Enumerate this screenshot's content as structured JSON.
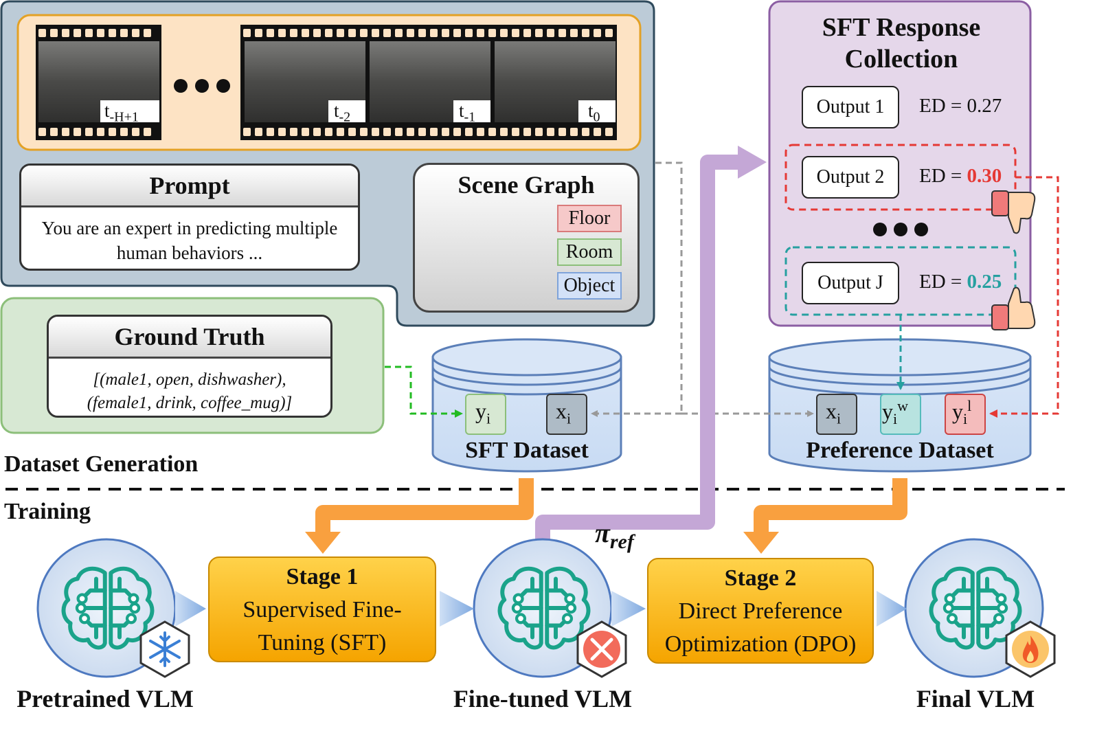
{
  "film_frames": [
    "t-H+1",
    "t-2",
    "t-1",
    "t0"
  ],
  "film_labels": {
    "f1_base": "t",
    "f1_sub": "-H+1",
    "f2_base": "t",
    "f2_sub": "-2",
    "f3_base": "t",
    "f3_sub": "-1",
    "f4_base": "t",
    "f4_sub": "0"
  },
  "prompt": {
    "title": "Prompt",
    "line1": "You are an expert in predicting multiple",
    "line2": "human behaviors ..."
  },
  "scene_graph": {
    "title": "Scene Graph",
    "legend": [
      "Floor",
      "Room",
      "Object"
    ]
  },
  "ground_truth": {
    "title": "Ground Truth",
    "line1": "[(male1, open, dishwasher),",
    "line2": "(female1, drink, coffee_mug)]"
  },
  "sft_response": {
    "title_line1": "SFT Response",
    "title_line2": "Collection",
    "outputs": [
      {
        "label": "Output 1",
        "ed_prefix": "ED = ",
        "ed_value": "0.27"
      },
      {
        "label": "Output 2",
        "ed_prefix": "ED = ",
        "ed_value": "0.30"
      },
      {
        "label": "Output J",
        "ed_prefix": "ED = ",
        "ed_value": "0.25"
      }
    ]
  },
  "sft_dataset": {
    "label": "SFT Dataset",
    "y_base": "y",
    "y_sub": "i",
    "x_base": "x",
    "x_sub": "i"
  },
  "preference_dataset": {
    "label": "Preference Dataset",
    "x_base": "x",
    "x_sub": "i",
    "yw_base": "y",
    "yw_sub": "i",
    "yw_sup": "w",
    "yl_base": "y",
    "yl_sub": "i",
    "yl_sup": "l"
  },
  "sections": {
    "dataset_generation": "Dataset Generation",
    "training": "Training"
  },
  "pi_ref": {
    "symbol": "π",
    "sub": "ref"
  },
  "stages": [
    {
      "title": "Stage 1",
      "line1": "Supervised Fine-",
      "line2": "Tuning (SFT)"
    },
    {
      "title": "Stage 2",
      "line1": "Direct Preference",
      "line2": "Optimization (DPO)"
    }
  ],
  "models": [
    "Pretrained VLM",
    "Fine-tuned VLM",
    "Final VLM"
  ],
  "icons": {
    "pretrained_badge": "snowflake-icon",
    "finetuned_badge": "tools-icon",
    "final_badge": "flame-icon",
    "bad_feedback": "thumbs-down-icon",
    "good_feedback": "thumbs-up-icon"
  },
  "colors": {
    "bad": "#e53935",
    "good": "#26a0a0",
    "orange": "#f9a03f",
    "purple": "#c4a7d6",
    "brain": "#1aa38a"
  }
}
